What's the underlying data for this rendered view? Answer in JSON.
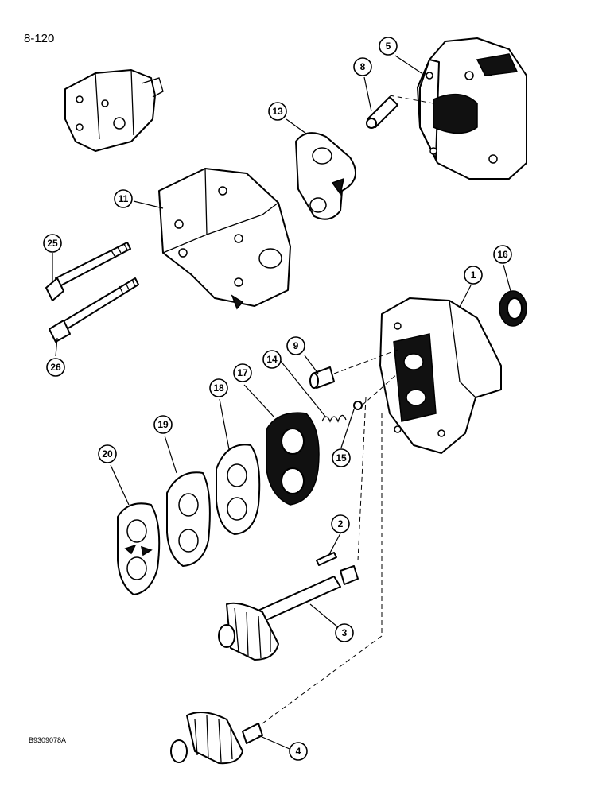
{
  "page_number": "8-120",
  "figure_ref": "B9309078A",
  "callouts": {
    "c1": "1",
    "c2": "2",
    "c3": "3",
    "c4": "4",
    "c5": "5",
    "c8": "8",
    "c9": "9",
    "c11": "11",
    "c13": "13",
    "c14": "14",
    "c15": "15",
    "c16": "16",
    "c17": "17",
    "c18": "18",
    "c19": "19",
    "c20": "20",
    "c25": "25",
    "c26": "26"
  },
  "colors": {
    "line": "#000000",
    "background": "#ffffff"
  }
}
